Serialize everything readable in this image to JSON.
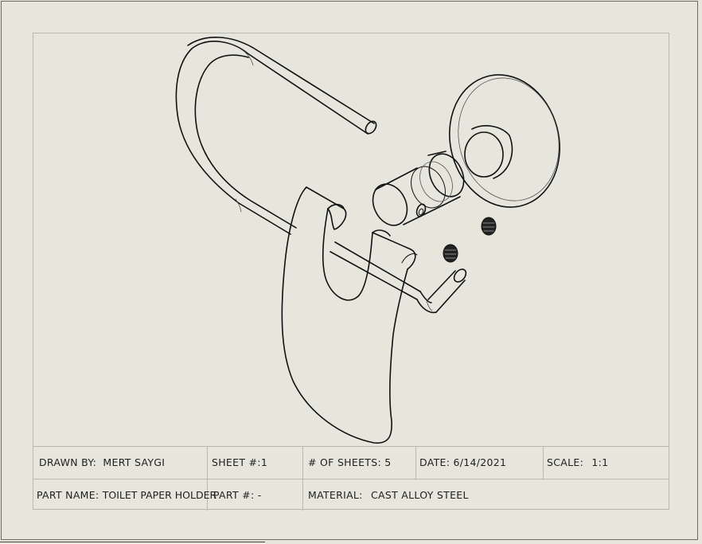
{
  "title_block": {
    "drawn_by": {
      "label": "DRAWN BY:",
      "value": "MERT SAYGI"
    },
    "sheet_no": {
      "label": "SHEET #:",
      "value": "1"
    },
    "num_sheets": {
      "label": "# OF SHEETS:",
      "value": "5"
    },
    "date": {
      "label": "DATE:",
      "value": "6/14/2021"
    },
    "scale": {
      "label": "SCALE:",
      "value": "1:1"
    },
    "part_name": {
      "label": "PART NAME:",
      "value": "TOILET PAPER HOLDER"
    },
    "part_no": {
      "label": "PART #:",
      "value": "-"
    },
    "material": {
      "label": "MATERIAL:",
      "value": "CAST ALLOY STEEL"
    }
  },
  "colors": {
    "background": "#e7e6dd",
    "line": "#111111",
    "frame": "#b9b8b0"
  }
}
